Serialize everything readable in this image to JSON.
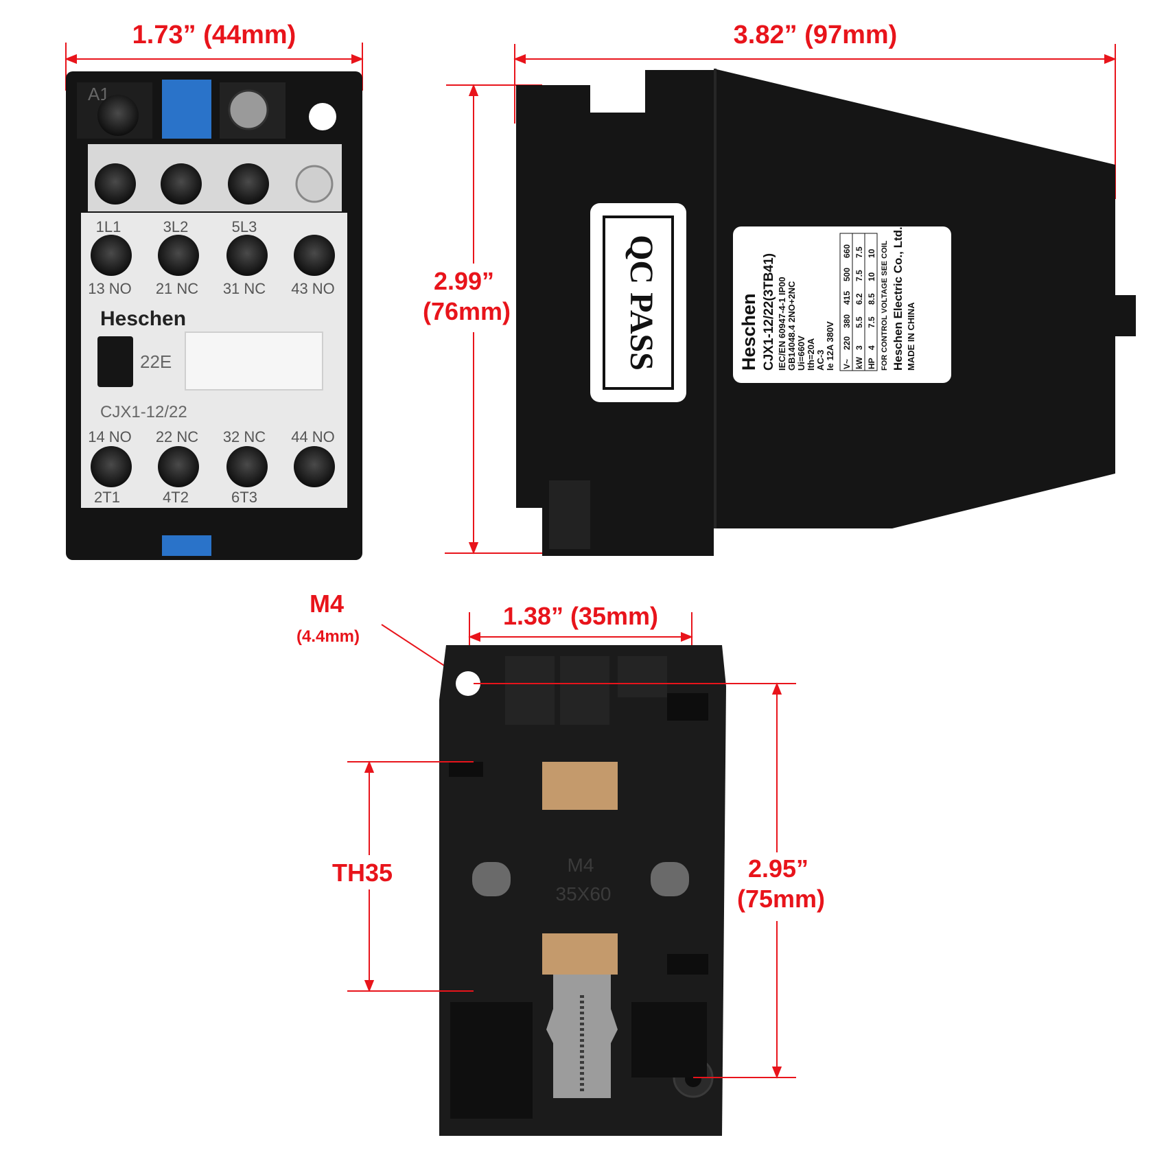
{
  "colors": {
    "dimension": "#e8141b",
    "housing": "#141414",
    "panel": "#e9e9e9",
    "blue_terminal": "#2a73c9",
    "base_tan": "#c49a6c"
  },
  "front": {
    "width_label": "1.73” (44mm)",
    "coil_label": "A1",
    "top_terminals": [
      "1L1",
      "3L2",
      "5L3"
    ],
    "aux_top": [
      "13 NO",
      "21 NC",
      "31 NC",
      "43 NO"
    ],
    "brand": "Heschen",
    "contact_code": "22E",
    "model": "CJX1-12/22",
    "aux_bottom": [
      "14 NO",
      "22 NC",
      "32 NC",
      "44 NO"
    ],
    "bottom_terminals": [
      "2T1",
      "4T2",
      "6T3"
    ]
  },
  "side": {
    "length_label": "3.82” (97mm)",
    "height_label_in": "2.99”",
    "height_label_mm": "(76mm)",
    "qc_text": "QC PASS",
    "nameplate": {
      "brand": "Heschen",
      "model": "CJX1-12/22(3TB41)",
      "lines": [
        "IEC/EN 60947-4-1  IP00",
        "GB14048.4      2NO+2NC",
        "Ui=660V",
        "Ith=20A",
        "AC-3",
        "Ie  12A      380V"
      ],
      "table": [
        [
          "V~",
          "220",
          "380",
          "415",
          "500",
          "660"
        ],
        [
          "kW",
          "3",
          "5.5",
          "6.2",
          "7.5",
          "7.5"
        ],
        [
          "HP",
          "4",
          "7.5",
          "8.5",
          "10",
          "10"
        ]
      ],
      "note": "FOR CONTROL VOLTAGE SEE COIL",
      "maker": "Heschen Electric Co., Ltd.",
      "origin": "MADE IN CHINA"
    }
  },
  "base": {
    "hole_label": "M4",
    "hole_size": "(4.4mm)",
    "spacing_label": "1.38” (35mm)",
    "rail_label": "TH35",
    "height_label_in": "2.95”",
    "height_label_mm": "(75mm)",
    "embossed_1": "M4",
    "embossed_2": "35X60"
  }
}
